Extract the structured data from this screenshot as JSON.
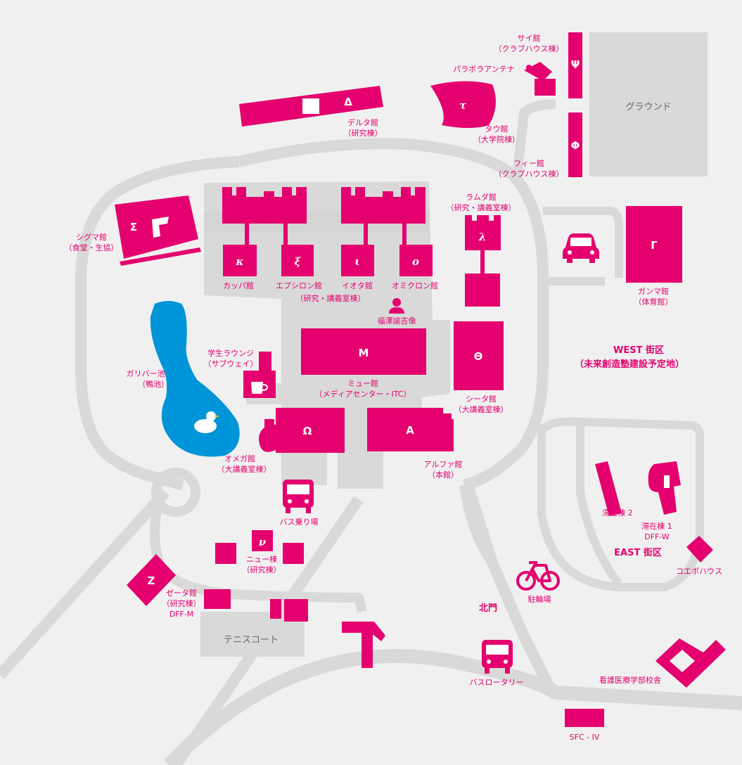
{
  "colors": {
    "building": "#e4006e",
    "road": "#d9d9d9",
    "ground": "#f0f0f0",
    "area": "#d9d9d9",
    "pond": "#0095d9",
    "text": "#e4006e"
  },
  "buildings": {
    "delta": {
      "symbol": "Δ",
      "name": "デルタ館",
      "sub": "（研究棟）"
    },
    "tau": {
      "symbol": "τ",
      "name": "タウ館",
      "sub": "（大学院棟）"
    },
    "psi": {
      "symbol": "Ψ",
      "name": "サイ館",
      "sub": "（クラブハウス棟）"
    },
    "phi": {
      "symbol": "Φ",
      "name": "フィー館",
      "sub": "（クラブハウス棟）"
    },
    "lambda": {
      "symbol": "λ",
      "name": "ラムダ館",
      "sub": "（研究・講義室棟）"
    },
    "sigma": {
      "symbol": "Σ",
      "name": "シグマ館",
      "sub": "（食堂・生協）"
    },
    "kappa": {
      "symbol": "κ",
      "name": "カッパ館"
    },
    "xi": {
      "symbol": "ξ",
      "name": "エプシロン館"
    },
    "iota": {
      "symbol": "ι",
      "name": "イオタ館"
    },
    "omicron": {
      "symbol": "ο",
      "name": "オミクロン館"
    },
    "kappa_group_sub": "（研究・講義室棟）",
    "gamma": {
      "symbol": "Γ",
      "name": "ガンマ館",
      "sub": "（体育館）"
    },
    "mu": {
      "symbol": "M",
      "name": "ミュー館",
      "sub": "（メディアセンター・ITC）"
    },
    "theta": {
      "symbol": "Θ",
      "name": "シータ館",
      "sub": "（大講義室棟）"
    },
    "omega": {
      "symbol": "Ω",
      "name": "オメガ館",
      "sub": "（大講義室棟）"
    },
    "alpha": {
      "symbol": "Α",
      "name": "アルファ館",
      "sub": "（本館）"
    },
    "nu": {
      "symbol": "ν",
      "name": "ニュー棟",
      "sub": "（研究棟）"
    },
    "zeta": {
      "symbol": "Z",
      "name": "ゼータ館",
      "sub": "（研究棟）",
      "sub2": "DFF-M"
    },
    "stay2": {
      "name": "滞在棟 2"
    },
    "stay1": {
      "name": "滞在棟 1",
      "sub": "DFF-W"
    },
    "coebo": {
      "name": "コエボハウス"
    },
    "nursing": {
      "name": "看護医療学部校舎"
    },
    "sfc4": {
      "name": "SFC - IV"
    }
  },
  "places": {
    "parabola": "パラボラアンテナ",
    "ground": "グラウンド",
    "fukuzawa": "福澤諭吉像",
    "lounge": "学生ラウンジ",
    "lounge_sub": "（サブウェイ）",
    "pond": "ガリバー池",
    "pond_sub": "（鴨池）",
    "bus_stop": "バス乗り場",
    "tennis": "テニスコート",
    "north_gate": "北門",
    "bicycle": "駐輪場",
    "rotary": "バスロータリー"
  },
  "districts": {
    "west": "WEST 街区",
    "west_sub": "（未来創造塾建設予定地）",
    "east": "EAST 街区"
  },
  "icons": [
    "car-icon",
    "bus-icon",
    "bicycle-icon",
    "person-icon",
    "coffee-icon",
    "duck-icon",
    "parabola-icon"
  ]
}
